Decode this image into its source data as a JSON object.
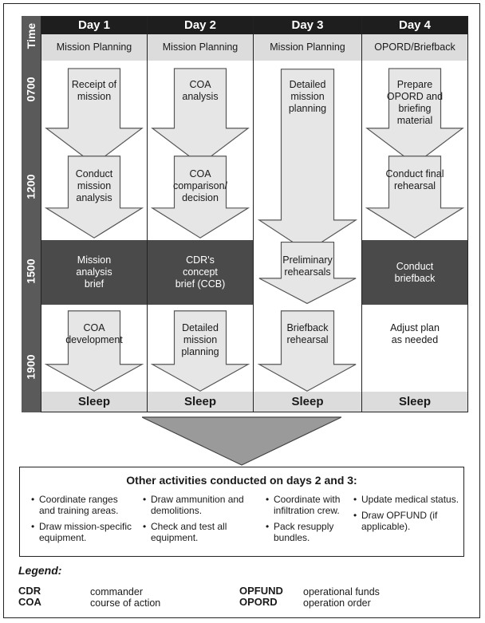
{
  "time_label": "Time",
  "times": [
    "0700",
    "1200",
    "1500",
    "1900"
  ],
  "days": [
    {
      "day": "Day 1",
      "phase": "Mission Planning",
      "arrow1": "Receipt of\nmission",
      "arrow2": "Conduct\nmission\nanalysis",
      "band": "Mission\nanalysis\nbrief",
      "arrow3": "COA\ndevelopment",
      "sleep": "Sleep"
    },
    {
      "day": "Day 2",
      "phase": "Mission Planning",
      "arrow1": "COA\nanalysis",
      "arrow2": "COA\ncomparison/\ndecision",
      "band": "CDR's\nconcept\nbrief (CCB)",
      "arrow3": "Detailed\nmission\nplanning",
      "sleep": "Sleep"
    },
    {
      "day": "Day 3",
      "phase": "Mission Planning",
      "arrow1": "Detailed\nmission\nplanning",
      "arrow2": "Preliminary\nrehearsals",
      "arrow3": "Briefback\nrehearsal",
      "sleep": "Sleep"
    },
    {
      "day": "Day 4",
      "phase": "OPORD/Briefback",
      "arrow1": "Prepare\nOPORD and\nbriefing\nmaterial",
      "arrow2": "Conduct final\nrehearsal",
      "band": "Conduct\nbriefback",
      "arrow3": "Adjust plan\nas needed",
      "sleep": "Sleep"
    }
  ],
  "other": {
    "title": "Other activities conducted on days 2 and 3:",
    "columns": [
      [
        "Coordinate ranges and training areas.",
        "Draw mission-specific equipment."
      ],
      [
        "Draw ammunition and demolitions.",
        "Check and test all equipment."
      ],
      [
        "Coordinate with infiltration crew.",
        "Pack resupply bundles."
      ],
      [
        "Update medical status.",
        "Draw OPFUND (if applicable)."
      ]
    ]
  },
  "legend": {
    "title": "Legend:",
    "entries": [
      {
        "abbr": "CDR",
        "meaning": "commander"
      },
      {
        "abbr": "COA",
        "meaning": "course of action"
      },
      {
        "abbr": "OPFUND",
        "meaning": "operational funds"
      },
      {
        "abbr": "OPORD",
        "meaning": "operation order"
      }
    ]
  },
  "colors": {
    "header": "#1e1e1e",
    "band": "#4a4a4a",
    "timebar": "#5a5a5a",
    "light": "#dcdcdc",
    "arrow_fill": "#e6e6e6"
  }
}
